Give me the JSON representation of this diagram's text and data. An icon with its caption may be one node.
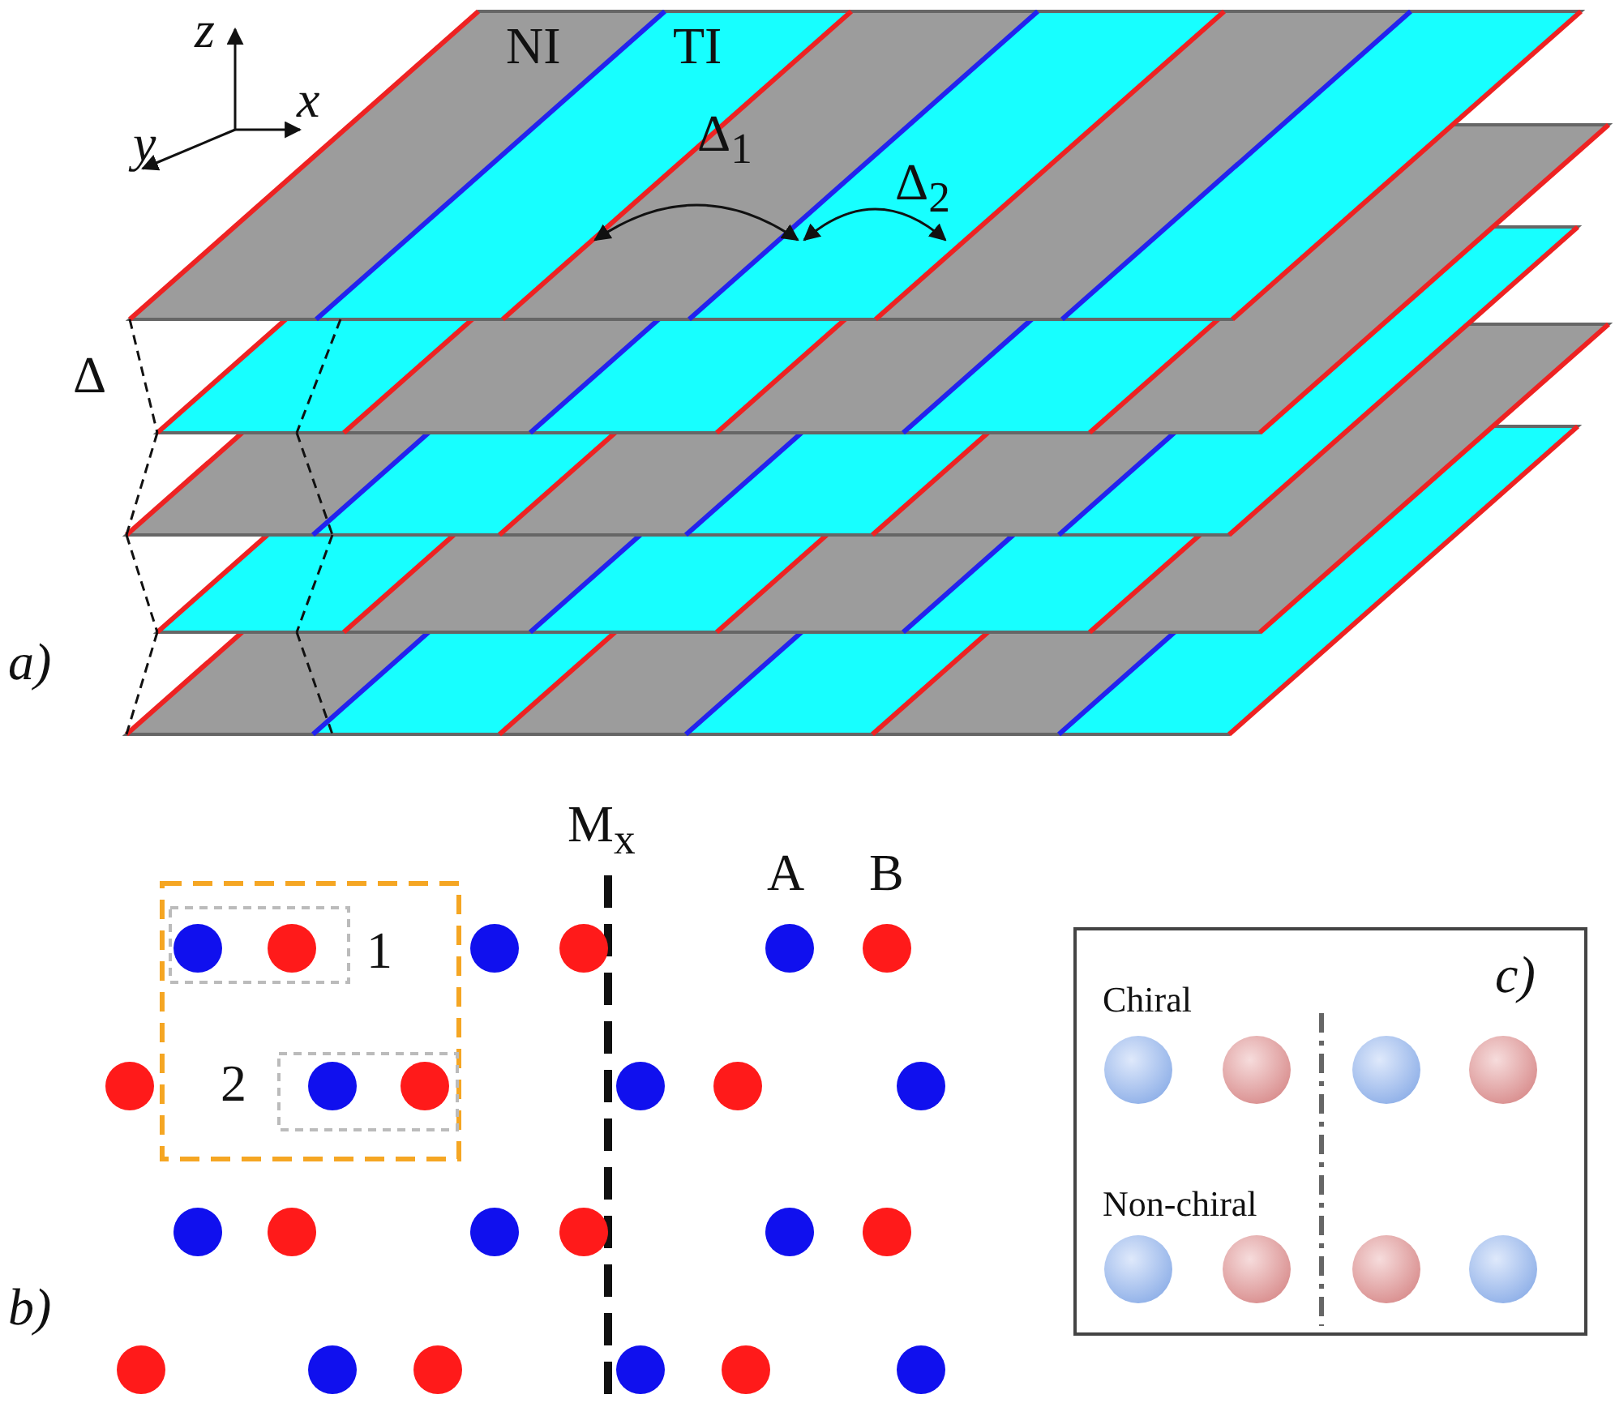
{
  "diagram": {
    "labels": [
      "z",
      "x",
      "y",
      "NI",
      "TI",
      "Δ$_{1}$",
      "Δ$_{2}$",
      "Δ",
      "a)",
      "M$_{x}$",
      "A",
      "B",
      "1",
      "2",
      "c)",
      "Chiral",
      "Non-chiral",
      "b)"
    ]
  }
}
